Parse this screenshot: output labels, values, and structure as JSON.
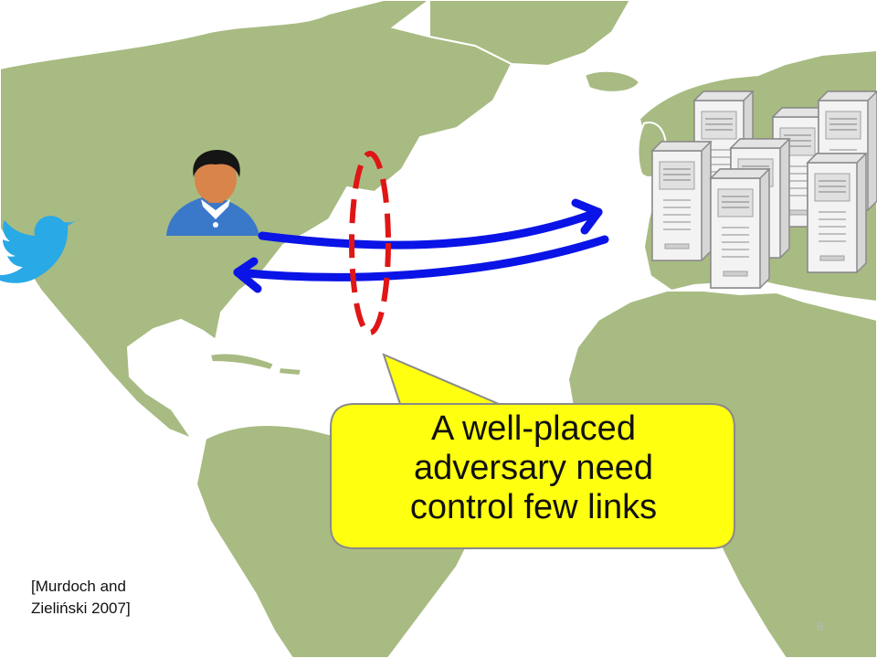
{
  "callout": {
    "lines": [
      "A well-placed",
      "adversary need",
      "control few links"
    ]
  },
  "citation": {
    "lines": [
      "[Murdoch and",
      "Zieliński 2007]"
    ]
  },
  "slide_number": "8",
  "colors": {
    "ocean": "#ffffff",
    "land": "#a8bb82",
    "arrow": "#0a14e6",
    "ellipse": "#e01616",
    "callout_fill": "#ffff10",
    "callout_border": "#8a8a8a",
    "twitter": "#29a9e6",
    "person_shirt": "#3a78c9",
    "person_skin": "#d9844a",
    "server": "#f2f2f2"
  },
  "icons": [
    "twitter-bird-icon",
    "user-person-icon",
    "server-cluster-icon"
  ]
}
